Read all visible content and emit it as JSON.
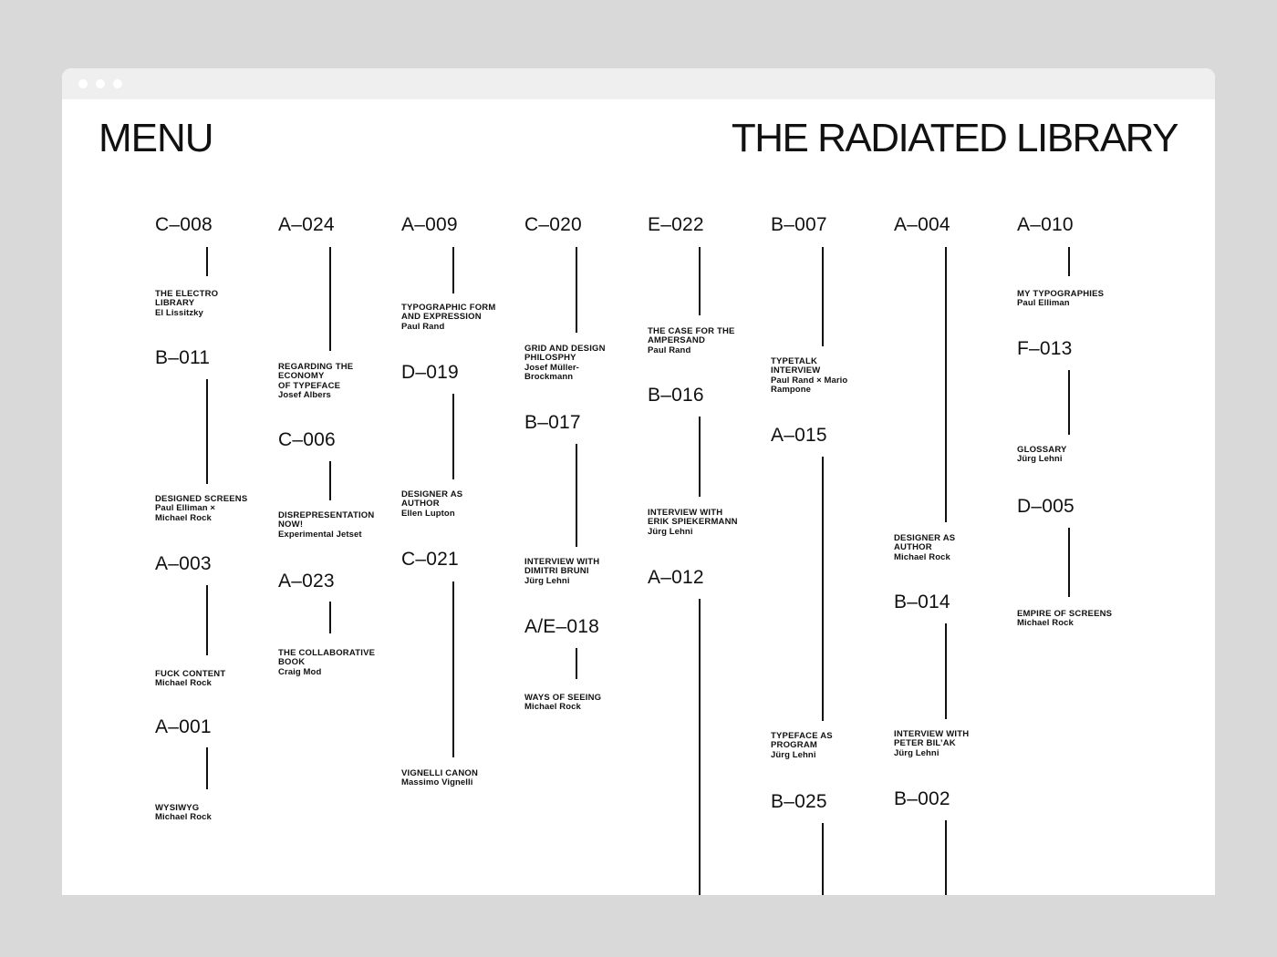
{
  "header": {
    "menu_label": "MENU",
    "site_title": "THE RADIATED LIBRARY"
  },
  "columns": [
    {
      "items": [
        {
          "code": "C–008",
          "title": "THE ELECTRO\n    LIBRARY",
          "author": "El Lissitzky"
        },
        {
          "code": "B–011",
          "title": "DESIGNED SCREENS",
          "author": "Paul Elliman ×\nMichael Rock"
        },
        {
          "code": "A–003",
          "title": "FUCK CONTENT",
          "author": "Michael Rock"
        },
        {
          "code": "A–001",
          "title": "WYSIWYG",
          "author": "Michael Rock"
        }
      ]
    },
    {
      "items": [
        {
          "code": "A–024",
          "title": "REGARDING THE\n    ECONOMY\n    OF TYPEFACE",
          "author": "Josef Albers"
        },
        {
          "code": "C–006",
          "title": "DISREPRESENTATION\n    NOW!",
          "author": "Experimental Jetset"
        },
        {
          "code": "A–023",
          "title": "THE COLLABORATIVE\n    BOOK",
          "author": "Craig Mod"
        }
      ]
    },
    {
      "items": [
        {
          "code": "A–009",
          "title": "TYPOGRAPHIC FORM\n    AND EXPRESSION",
          "author": "Paul Rand"
        },
        {
          "code": "D–019",
          "title": "DESIGNER AS\n    AUTHOR",
          "author": "Ellen Lupton"
        },
        {
          "code": "C–021",
          "title": "VIGNELLI CANON",
          "author": "Massimo Vignelli"
        }
      ]
    },
    {
      "items": [
        {
          "code": "C–020",
          "title": "GRID AND DESIGN\n    PHILOSPHY",
          "author": "Josef Müller-\nBrockmann"
        },
        {
          "code": "B–017",
          "title": "INTERVIEW WITH\n    DIMITRI BRUNI",
          "author": "Jürg Lehni"
        },
        {
          "code": "A/E–018",
          "title": "WAYS OF SEEING",
          "author": "Michael Rock"
        }
      ]
    },
    {
      "items": [
        {
          "code": "E–022",
          "title": "THE CASE FOR THE\n    AMPERSAND",
          "author": "Paul Rand"
        },
        {
          "code": "B–016",
          "title": "INTERVIEW WITH\n    ERIK SPIEKERMANN",
          "author": "Jürg Lehni"
        },
        {
          "code": "A–012",
          "title": "",
          "author": ""
        }
      ]
    },
    {
      "items": [
        {
          "code": "B–007",
          "title": "TYPETALK\n    INTERVIEW",
          "author": "Paul Rand × Mario\nRampone"
        },
        {
          "code": "A–015",
          "title": "TYPEFACE AS\n    PROGRAM",
          "author": "Jürg Lehni"
        },
        {
          "code": "B–025",
          "title": "",
          "author": ""
        }
      ]
    },
    {
      "items": [
        {
          "code": "A–004",
          "title": "DESIGNER AS\n    AUTHOR",
          "author": "Michael Rock"
        },
        {
          "code": "B–014",
          "title": "INTERVIEW WITH\n    PETER BIL’AK",
          "author": "Jürg Lehni"
        },
        {
          "code": "B–002",
          "title": "",
          "author": ""
        }
      ]
    },
    {
      "items": [
        {
          "code": "A–010",
          "title": "MY TYPOGRAPHIES",
          "author": "Paul Elliman"
        },
        {
          "code": "F–013",
          "title": "GLOSSARY",
          "author": "Jürg Lehni"
        },
        {
          "code": "D–005",
          "title": "EMPIRE OF SCREENS",
          "author": "Michael Rock"
        }
      ]
    }
  ]
}
